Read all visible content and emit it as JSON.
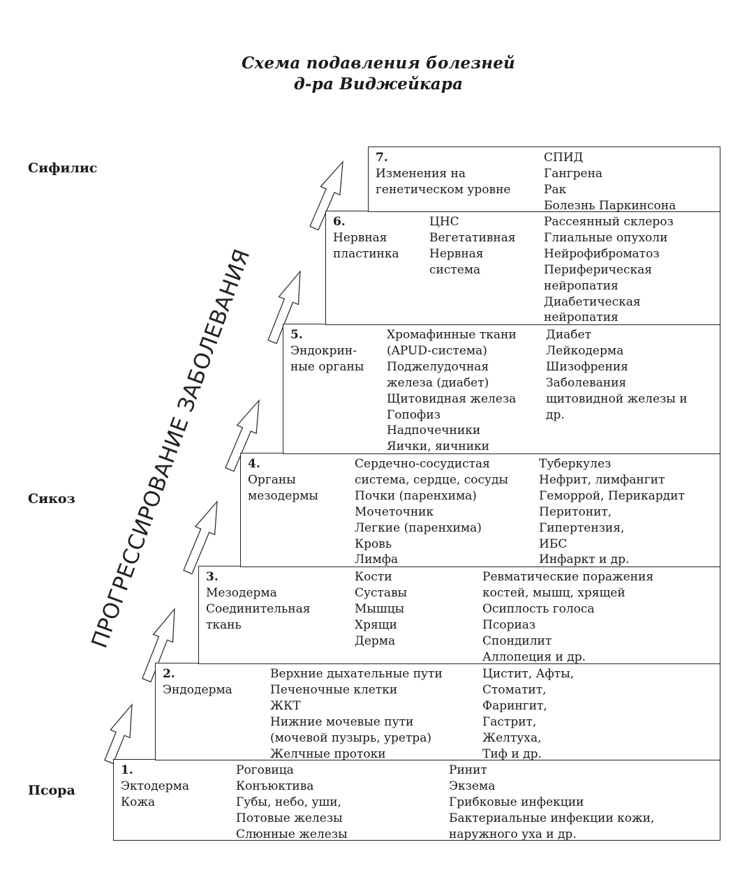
{
  "title": {
    "line1": "Схема подавления болезней",
    "line2": "д-ра Виджейкара"
  },
  "miasms": {
    "syphilis": "Сифилис",
    "sycosis": "Сикоз",
    "psora": "Псора"
  },
  "progression_label": "ПРОГРЕССИРОВАНИЕ ЗАБОЛЕВАНИЯ",
  "levels": [
    {
      "number": "1.",
      "name_lines": [
        "Эктодерма",
        "Кожа"
      ],
      "tissue_lines": [
        "Роговица",
        "Конъюктива",
        "Губы, небо, уши,",
        "Потовые железы",
        "Слюнные железы"
      ],
      "disease_lines": [
        "Ринит",
        "Экзема",
        "Грибковые инфекции",
        "Бактериальные инфекции кожи,",
        "наружного уха и др."
      ]
    },
    {
      "number": "2.",
      "name_lines": [
        "Эндодерма"
      ],
      "tissue_lines": [
        "Верхние дыхательные пути",
        "Печеночные клетки",
        "ЖКТ",
        "Нижние мочевые пути",
        "(мочевой пузырь, уретра)",
        "Желчные протоки"
      ],
      "disease_lines": [
        "Цистит, Афты,",
        "Стоматит,",
        "Фарингит,",
        "Гастрит,",
        "Желтуха,",
        "Тиф и др."
      ]
    },
    {
      "number": "3.",
      "name_lines": [
        "Мезодерма",
        "Соединительная",
        "ткань"
      ],
      "tissue_lines": [
        "Кости",
        "Суставы",
        "Мышцы",
        "Хрящи",
        "Дерма"
      ],
      "disease_lines": [
        "Ревматические поражения",
        "костей, мышц, хрящей",
        "Осиплость голоса",
        "Псориаз",
        "Спондилит",
        "Аллопеция и др."
      ]
    },
    {
      "number": "4.",
      "name_lines": [
        "Органы",
        "мезодермы"
      ],
      "tissue_lines": [
        "Сердечно-сосудистая",
        "система, сердце, сосуды",
        "Почки (паренхима)",
        "Мочеточник",
        "Легкие (паренхима)",
        "Кровь",
        "Лимфа"
      ],
      "disease_lines": [
        "Туберкулез",
        "Нефрит, лимфангит",
        "Геморрой, Перикардит",
        "Перитонит,",
        "Гипертензия,",
        "ИБС",
        "Инфаркт и др."
      ]
    },
    {
      "number": "5.",
      "name_lines": [
        "Эндокрин-",
        "ные органы"
      ],
      "tissue_lines": [
        "Хромафинные ткани",
        "(APUD-система)",
        "Поджелудочная",
        "железа (диабет)",
        "Щитовидная железа",
        "Гопофиз",
        "Надпочечники",
        "Яички, яичники"
      ],
      "disease_lines": [
        "Диабет",
        "Лейкодерма",
        "Шизофрения",
        "Заболевания",
        "щитовидной железы и",
        "др."
      ]
    },
    {
      "number": "6.",
      "name_lines": [
        "Нервная",
        "пластинка"
      ],
      "tissue_lines": [
        "ЦНС",
        "Вегетативная",
        "Нервная",
        "система"
      ],
      "disease_lines": [
        "Рассеянный склероз",
        "Глиальные опухоли",
        "Нейрофиброматоз",
        "Периферическая",
        "нейропатия",
        "Диабетическая",
        "нейропатия"
      ]
    },
    {
      "number": "7.",
      "name_lines": [
        "Изменения на",
        "генетическом уровне"
      ],
      "tissue_lines": [],
      "disease_lines": [
        "СПИД",
        "Гангрена",
        "Рак",
        "Болезнь Паркинсона"
      ]
    }
  ]
}
